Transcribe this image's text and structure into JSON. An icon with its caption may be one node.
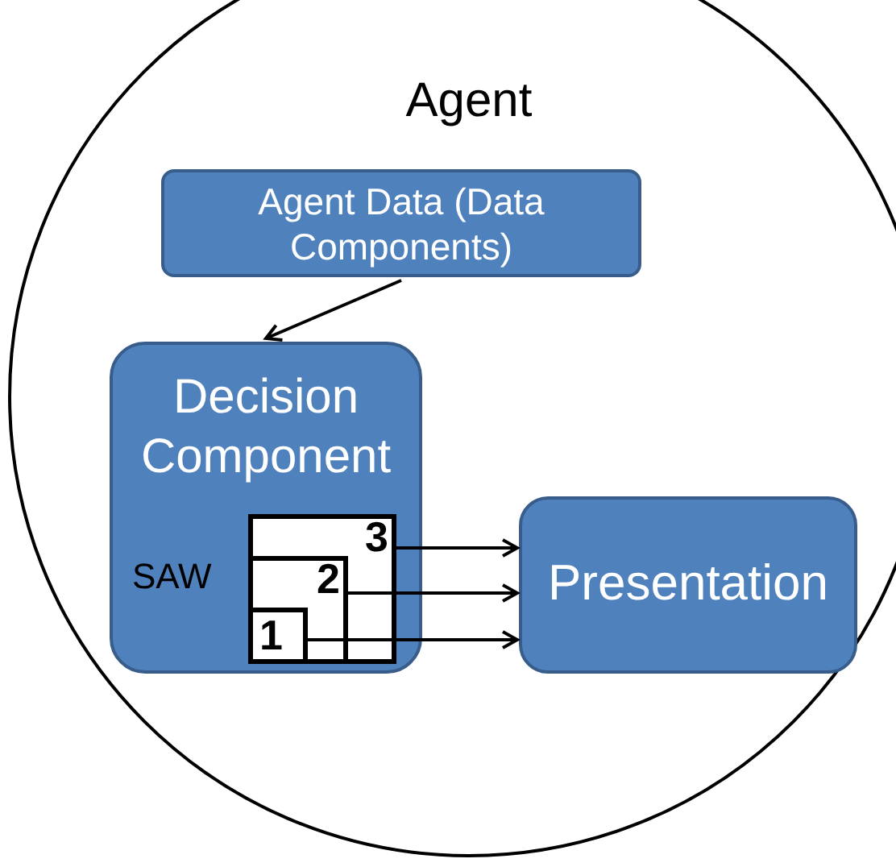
{
  "diagram": {
    "nodes": [
      {
        "text": [
          "Agent"
        ]
      },
      {
        "text": [
          "Agent Data (Data Components)"
        ],
        "in": 0
      },
      {
        "text": [
          "Decision Component"
        ],
        "in": 0
      },
      {
        "text": [
          "3"
        ],
        "in": 2
      },
      {
        "text": [
          "2"
        ],
        "in": 3
      },
      {
        "text": [
          "1"
        ],
        "in": 4
      },
      {
        "text": [
          "Presentation"
        ],
        "in": 0
      }
    ],
    "edges": [
      {
        "from": 1,
        "to": 2,
        "arrow": "to"
      },
      {
        "from": 3,
        "to": 6,
        "arrow": "to"
      },
      {
        "from": 4,
        "to": 6,
        "arrow": "to"
      },
      {
        "from": 5,
        "to": 6,
        "arrow": "to"
      }
    ],
    "labels": [
      "SAW"
    ]
  }
}
